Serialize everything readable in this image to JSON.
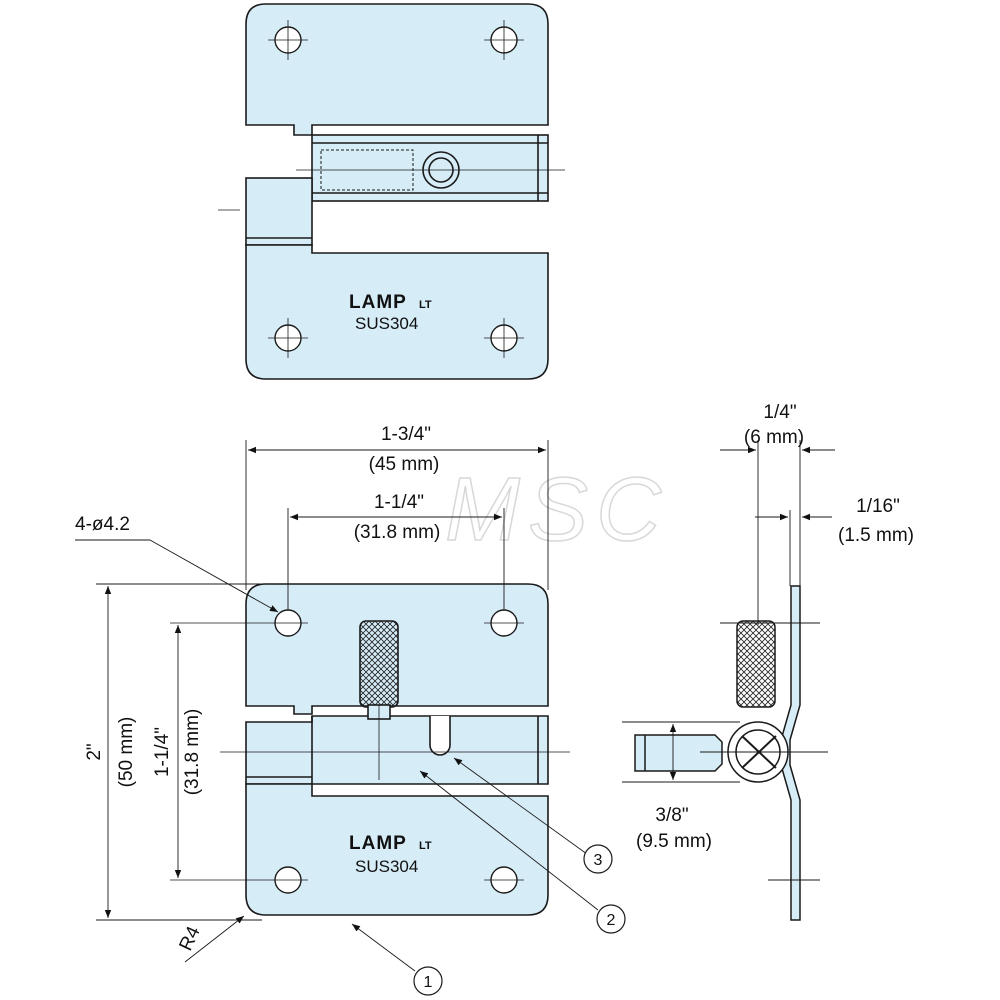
{
  "colors": {
    "plate_fill": "#d6ecf7",
    "line": "#1a1a1a",
    "background": "#ffffff"
  },
  "watermark": "MSC",
  "top_view": {
    "logo": "LAMP",
    "logo_suffix": "LT",
    "material": "SUS304"
  },
  "front_view": {
    "logo": "LAMP",
    "logo_suffix": "LT",
    "material": "SUS304",
    "dimensions": {
      "overall_width": {
        "inch": "1-3/4\"",
        "mm": "(45 mm)"
      },
      "hole_pitch_width": {
        "inch": "1-1/4\"",
        "mm": "(31.8 mm)"
      },
      "holes": "4-ø4.2",
      "overall_height": {
        "inch": "2\"",
        "mm": "(50 mm)"
      },
      "hole_pitch_height": {
        "inch": "1-1/4\"",
        "mm": "(31.8 mm)"
      },
      "corner_radius": "R4"
    },
    "callouts": [
      "1",
      "2",
      "3"
    ]
  },
  "side_view": {
    "dimensions": {
      "thickness": {
        "inch": "1/4\"",
        "mm": "(6 mm)"
      },
      "plate": {
        "inch": "1/16\"",
        "mm": "(1.5 mm)"
      },
      "pin_dia": {
        "inch": "3/8\"",
        "mm": "(9.5 mm)"
      }
    }
  }
}
